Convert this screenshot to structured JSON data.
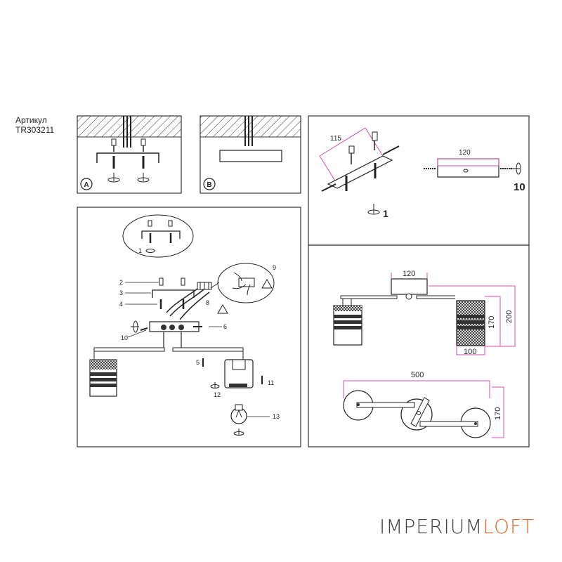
{
  "sku": {
    "label": "Артикул",
    "code": "TR303211"
  },
  "brand": {
    "part1": "IMPERIUM",
    "part2": "LOFT",
    "color1": "#444444",
    "color2": "#e06a2a"
  },
  "panel_a": {
    "badge": "A"
  },
  "panel_b": {
    "badge": "B"
  },
  "mount_detail": {
    "dim_bracket": "115",
    "dim_plate": "120",
    "label_screw": "1",
    "label_plate": "10"
  },
  "assembly": {
    "inset_label": "1",
    "parts": [
      "2",
      "3",
      "4",
      "5",
      "6",
      "8",
      "9",
      "10",
      "11",
      "12",
      "13"
    ]
  },
  "dimensions": {
    "side": {
      "plate": "120",
      "height_shade": "170",
      "height_total": "200",
      "shade_width": "100"
    },
    "top": {
      "length": "500",
      "depth": "170"
    }
  },
  "colors": {
    "line": "#222222",
    "dim": "#d04fb0",
    "frame": "#333333"
  }
}
